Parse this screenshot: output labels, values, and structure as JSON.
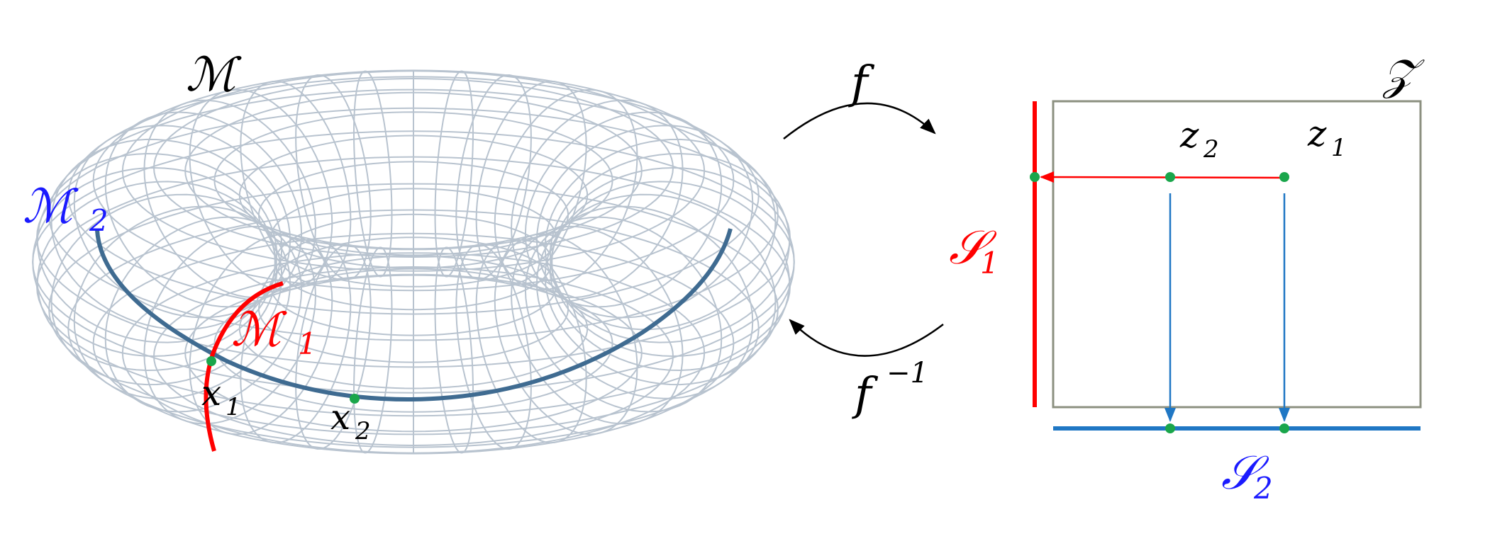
{
  "labels": {
    "manifold": "ℳ",
    "manifold_sub1": "ℳ",
    "manifold_sub1_index": "1",
    "manifold_sub2": "ℳ",
    "manifold_sub2_index": "2",
    "x1": "x",
    "x1_index": "1",
    "x2": "x",
    "x2_index": "2",
    "f": "f",
    "f_inv": "f",
    "f_inv_exp": "−1",
    "latent": "𝒵",
    "z1": "z",
    "z1_index": "1",
    "z2": "z",
    "z2_index": "2",
    "s1": "𝒮",
    "s1_index": "1",
    "s2": "𝒮",
    "s2_index": "2"
  },
  "colors": {
    "mesh": "#b8c3cf",
    "manifold_curve": "#3f6b91",
    "red": "#ff0000",
    "blue_text": "#1a1aff",
    "blue_line": "#1f77c4",
    "point": "#1aa64b",
    "box": "#8c9080",
    "arrow": "#000000"
  }
}
